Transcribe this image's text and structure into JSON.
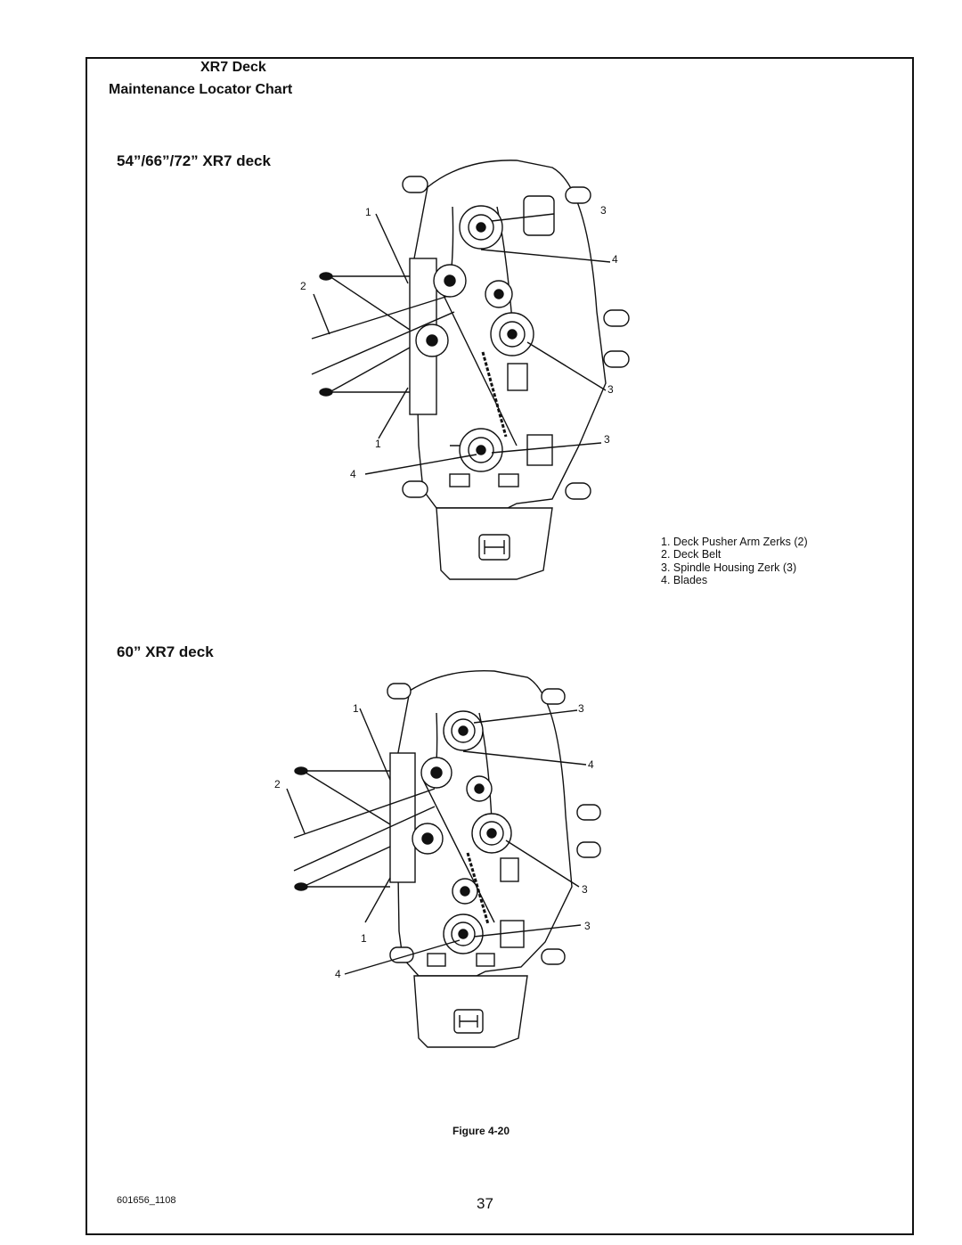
{
  "title": {
    "line1": "XR7 Deck",
    "line2": "Maintenance Locator Chart"
  },
  "sections": [
    {
      "heading": "54”/66”/72” XR7 deck",
      "callouts": [
        "1",
        "3",
        "4",
        "2",
        "3",
        "1",
        "3",
        "4"
      ]
    },
    {
      "heading": "60” XR7 deck",
      "callouts": [
        "1",
        "3",
        "4",
        "2",
        "3",
        "3",
        "1",
        "4"
      ]
    }
  ],
  "legend": [
    "1. Deck Pusher Arm Zerks (2)",
    "2. Deck Belt",
    "3. Spindle Housing Zerk (3)",
    "4. Blades"
  ],
  "figure_caption": "Figure 4-20",
  "doc_number": "601656_1108",
  "page_number": "37"
}
